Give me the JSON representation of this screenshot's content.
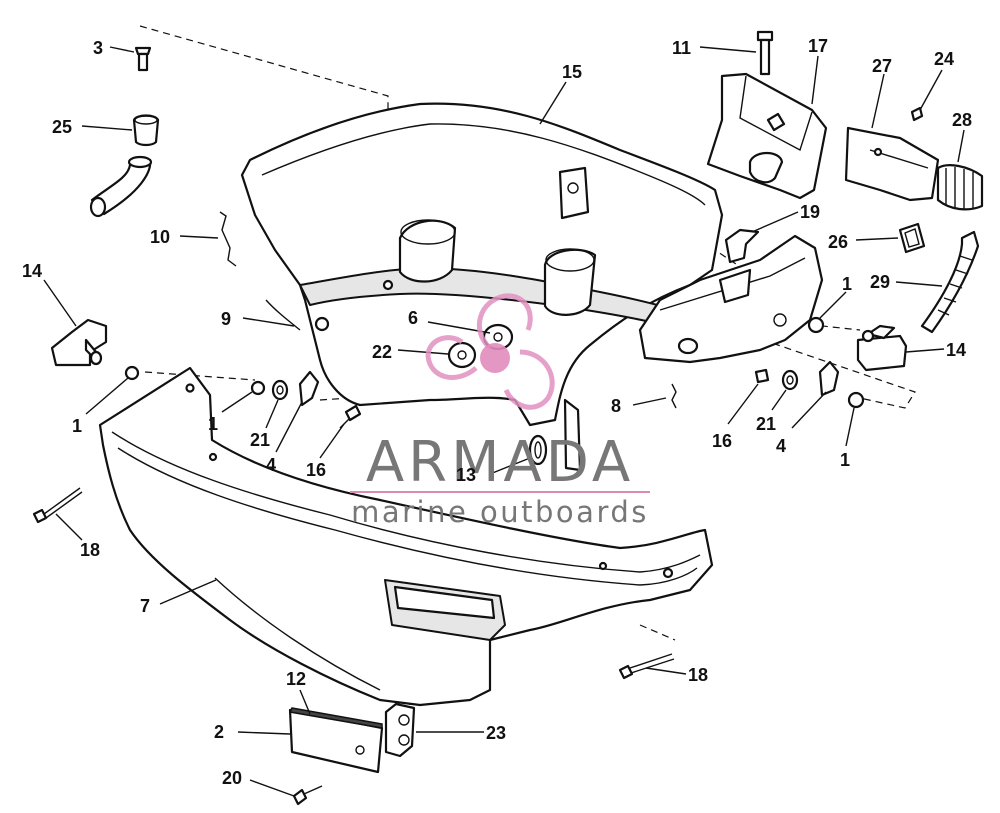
{
  "watermark": {
    "brand": "ARMADA",
    "tagline": "marine outboards",
    "rule_color": "#d98ab6",
    "propeller_color": "#e090c0"
  },
  "callouts": [
    {
      "id": "c3",
      "label": "3"
    },
    {
      "id": "c25",
      "label": "25"
    },
    {
      "id": "c10",
      "label": "10"
    },
    {
      "id": "c14l",
      "label": "14"
    },
    {
      "id": "c9",
      "label": "9"
    },
    {
      "id": "c1a",
      "label": "1"
    },
    {
      "id": "c1b",
      "label": "1"
    },
    {
      "id": "c21l",
      "label": "21"
    },
    {
      "id": "c4l",
      "label": "4"
    },
    {
      "id": "c16l",
      "label": "16"
    },
    {
      "id": "c6",
      "label": "6"
    },
    {
      "id": "c22",
      "label": "22"
    },
    {
      "id": "c15",
      "label": "15"
    },
    {
      "id": "c11",
      "label": "11"
    },
    {
      "id": "c17",
      "label": "17"
    },
    {
      "id": "c27",
      "label": "27"
    },
    {
      "id": "c24",
      "label": "24"
    },
    {
      "id": "c28",
      "label": "28"
    },
    {
      "id": "c19",
      "label": "19"
    },
    {
      "id": "c26",
      "label": "26"
    },
    {
      "id": "c29",
      "label": "29"
    },
    {
      "id": "c1c",
      "label": "1"
    },
    {
      "id": "c14r",
      "label": "14"
    },
    {
      "id": "c8",
      "label": "8"
    },
    {
      "id": "c16r",
      "label": "16"
    },
    {
      "id": "c21r",
      "label": "21"
    },
    {
      "id": "c4r",
      "label": "4"
    },
    {
      "id": "c1d",
      "label": "1"
    },
    {
      "id": "c13",
      "label": "13"
    },
    {
      "id": "c18l",
      "label": "18"
    },
    {
      "id": "c7",
      "label": "7"
    },
    {
      "id": "c18r",
      "label": "18"
    },
    {
      "id": "c12",
      "label": "12"
    },
    {
      "id": "c2",
      "label": "2"
    },
    {
      "id": "c23",
      "label": "23"
    },
    {
      "id": "c20",
      "label": "20"
    }
  ]
}
